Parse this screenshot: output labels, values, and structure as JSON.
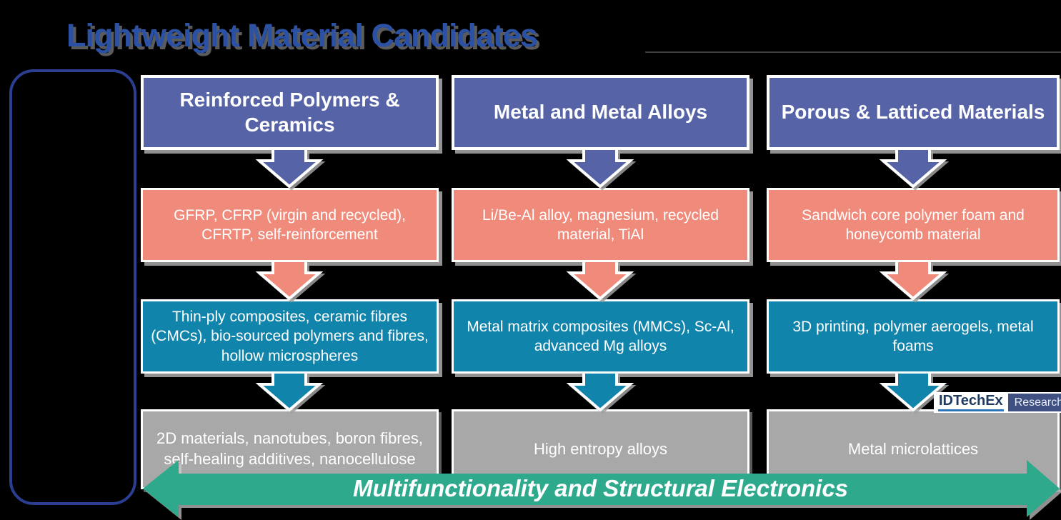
{
  "title": "Lightweight Material Candidates",
  "columns": [
    {
      "header": "Reinforced Polymers & Ceramics",
      "tier1": "GFRP, CFRP (virgin and recycled), CFRTP, self-reinforcement",
      "tier2": "Thin-ply composites, ceramic fibres (CMCs), bio-sourced polymers and fibres, hollow microspheres",
      "tier3": "2D materials, nanotubes, boron fibres, self-healing additives, nanocellulose"
    },
    {
      "header": "Metal and Metal Alloys",
      "tier1": "Li/Be-Al alloy, magnesium, recycled material, TiAl",
      "tier2": "Metal matrix composites (MMCs), Sc-Al, advanced Mg alloys",
      "tier3": "High entropy alloys"
    },
    {
      "header": "Porous & Latticed Materials",
      "tier1": "Sandwich core polymer foam and honeycomb material",
      "tier2": "3D printing, polymer aerogels, metal foams",
      "tier3": "Metal microlattices"
    }
  ],
  "bottom_arrow": {
    "label": "Multifunctionality and Structural Electronics"
  },
  "logo": {
    "brand": "IDTechEx",
    "suffix": "Research"
  },
  "colors": {
    "background": "#000000",
    "title_blue": "#2B51A5",
    "header_blue": "#5663A6",
    "salmon": "#F08B7C",
    "teal": "#1184AC",
    "gray": "#A8A8A8",
    "green": "#2FA98C",
    "outline_navy": "#2B3E91",
    "logo_navy": "#1E3A5F",
    "logo_underline_blue": "#2E75B6",
    "logo_suffix_bg": "#3F5183"
  }
}
